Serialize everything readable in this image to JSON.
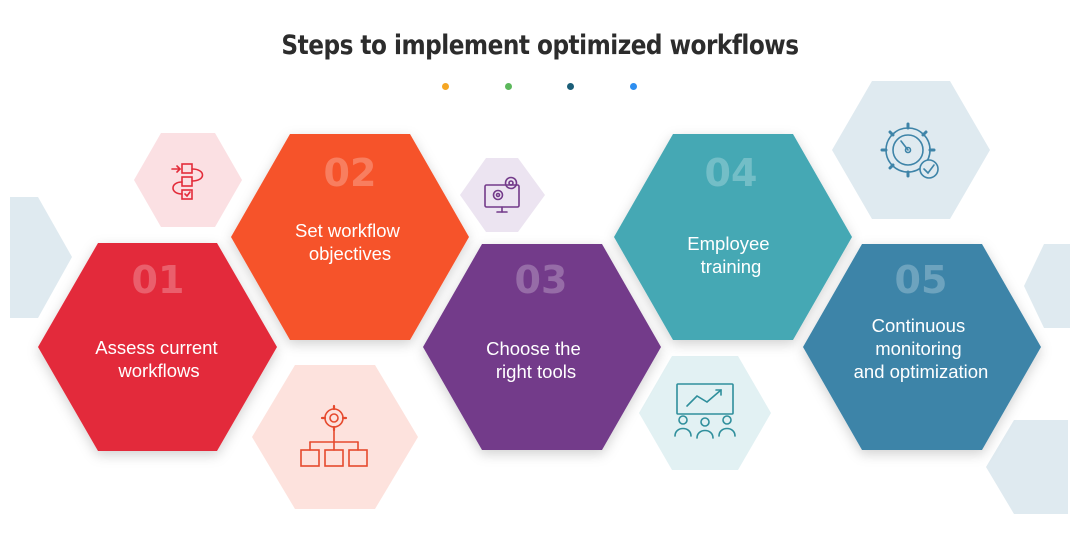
{
  "title": "Steps to implement optimized workflows",
  "colors": {
    "step1": "#e32c3a",
    "step2": "#f6522b",
    "step3": "#733a8a",
    "step4": "#45a8b4",
    "step5": "#3e84a8",
    "dot1": "#f5a623",
    "dot2": "#5cb85c",
    "dot3": "#1b5e78",
    "dot4": "#2d8ef0"
  },
  "steps": [
    {
      "number": "01",
      "lines": [
        "Assess current",
        "workflows"
      ]
    },
    {
      "number": "02",
      "lines": [
        "Set workflow",
        "objectives"
      ]
    },
    {
      "number": "03",
      "lines": [
        "Choose the",
        "right tools"
      ]
    },
    {
      "number": "04",
      "lines": [
        "Employee",
        "training"
      ]
    },
    {
      "number": "05",
      "lines": [
        "Continuous",
        "monitoring",
        "and optimization"
      ]
    }
  ],
  "icons": [
    "process-flow-icon",
    "computer-settings-icon",
    "gear-hierarchy-icon",
    "presentation-meeting-icon",
    "performance-gear-icon"
  ]
}
